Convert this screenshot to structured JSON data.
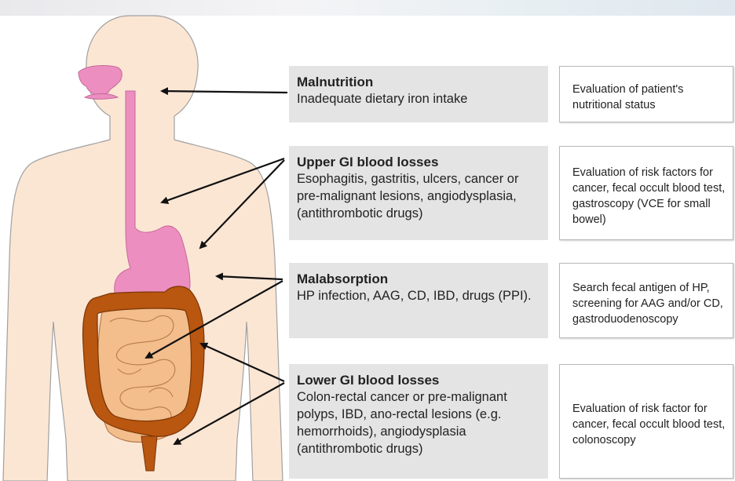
{
  "rows": [
    {
      "cause_title": "Malnutrition",
      "cause_text": "Inadequate dietary iron intake",
      "action": "Evaluation of patient's nutritional status"
    },
    {
      "cause_title": "Upper GI blood losses",
      "cause_text": "Esophagitis, gastritis, ulcers, cancer or pre-malignant lesions, angiodysplasia, (antithrombotic drugs)",
      "action": "Evaluation of risk factors for cancer, fecal occult blood test, gastroscopy (VCE for small bowel)"
    },
    {
      "cause_title": "Malabsorption",
      "cause_text": "HP infection, AAG, CD,  IBD, drugs (PPI).",
      "action": "Search fecal antigen of HP, screening for AAG and/or CD, gastroduodenoscopy"
    },
    {
      "cause_title": "Lower GI blood losses",
      "cause_text": "Colon-rectal cancer or pre-malignant polyps, IBD, ano-rectal lesions (e.g. hemorrhoids), angiodysplasia (antithrombotic drugs)",
      "action": "Evaluation of risk factor for cancer, fecal occult blood test, colonoscopy"
    }
  ],
  "colors": {
    "body_fill": "#fbe6d4",
    "body_outline": "#a0a0a0",
    "digestive_tract": "#ec8ec0",
    "colon": "#b9560f",
    "small_intestine": "#f3bd8c",
    "cause_box": "#e4e4e4",
    "action_border": "#b9b9b9",
    "arrow": "#111111"
  }
}
